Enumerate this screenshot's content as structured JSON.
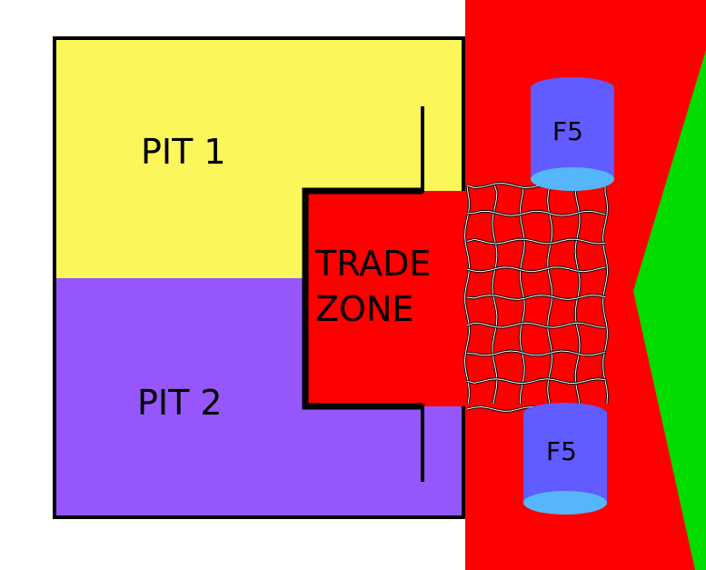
{
  "labels": {
    "pit1": "PIT 1",
    "pit2": "PIT 2",
    "trade_line1": "TRADE",
    "trade_line2": "ZONE",
    "f5_top": "F5",
    "f5_bottom": "F5"
  },
  "colors": {
    "pit1": "#fbf75a",
    "pit2": "#9557fb",
    "red": "#ff0000",
    "green": "#00dc00",
    "cylinder_body": "#605cff",
    "cylinder_cap": "#56b6fd",
    "outline": "#000000"
  }
}
